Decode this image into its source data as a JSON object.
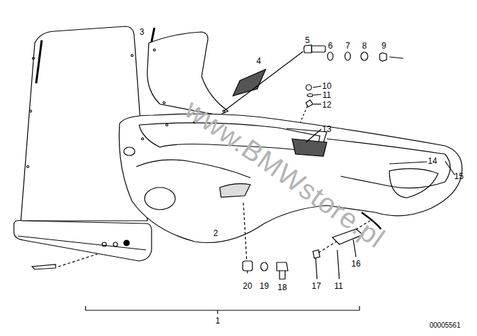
{
  "diagram": {
    "labels": [
      "3",
      "4",
      "5",
      "6",
      "7",
      "8",
      "9",
      "10",
      "11",
      "12",
      "13",
      "14",
      "15",
      "2",
      "20",
      "19",
      "18",
      "17",
      "11",
      "16",
      "1",
      "00005561",
      "www.BMWstore.pl"
    ]
  }
}
